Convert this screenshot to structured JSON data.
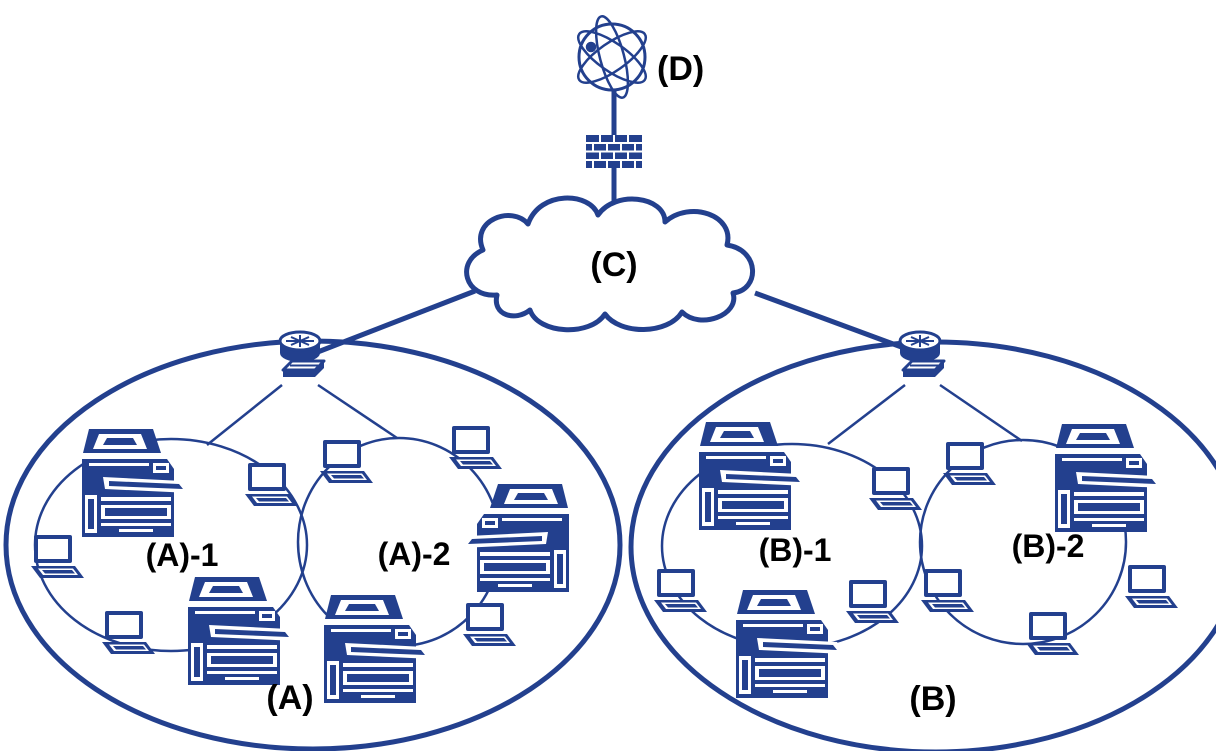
{
  "colors": {
    "line": "#23408e",
    "text": "#000000",
    "background": "#ffffff"
  },
  "labels": {
    "internet": "(D)",
    "cloud": "(C)",
    "network_a": "(A)",
    "network_b": "(B)",
    "subnet_a1": "(A)-1",
    "subnet_a2": "(A)-2",
    "subnet_b1": "(B)-1",
    "subnet_b2": "(B)-2"
  },
  "icons": {
    "internet": "globe-icon",
    "firewall": "firewall-icon",
    "router": "router-icon",
    "printer": "printer-icon",
    "laptop": "laptop-icon"
  }
}
